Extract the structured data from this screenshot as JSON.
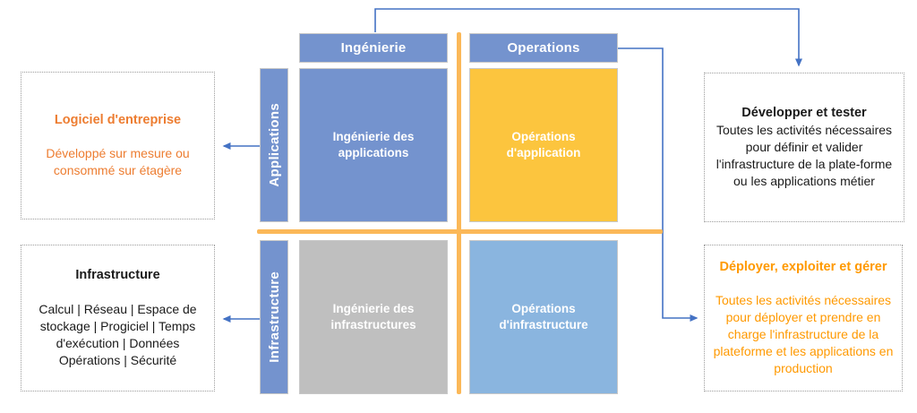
{
  "colors": {
    "blue": "#7493CE",
    "gold": "#FCC53E",
    "gray": "#BFBFBF",
    "lightblue": "#8AB5DF",
    "orangeline": "#FBB858",
    "arrowblue": "#4472C4",
    "orangetext": "#ED7D31",
    "ambertext": "#FF9900",
    "textblack": "#1A1A1A"
  },
  "matrix": {
    "column_headers": [
      {
        "label": "Ingénierie"
      },
      {
        "label": "Operations"
      }
    ],
    "row_headers": [
      {
        "label": "Applications"
      },
      {
        "label": "Infrastructure"
      }
    ],
    "quadrants": [
      {
        "label": "Ingénierie des applications",
        "color": "#7493CE"
      },
      {
        "label": "Opérations d'application",
        "color": "#FCC53E"
      },
      {
        "label": "Ingénierie des infrastructures",
        "color": "#BFBFBF"
      },
      {
        "label": "Opérations d'infrastructure",
        "color": "#8AB5DF"
      }
    ]
  },
  "notes": {
    "left_top": {
      "title": "Logiciel d'entreprise",
      "body": "Développé sur mesure ou consommé sur étagère"
    },
    "left_bottom": {
      "title": "Infrastructure",
      "body": "Calcul | Réseau | Espace de stockage | Progiciel | Temps d'exécution | Données Opérations | Sécurité"
    },
    "right_top": {
      "title": "Développer et tester",
      "body": "Toutes les activités nécessaires pour définir et valider l'infrastructure de la plate-forme ou les applications métier"
    },
    "right_bottom": {
      "title": "Déployer, exploiter et gérer",
      "body": "Toutes les activités nécessaires pour déployer et prendre en charge l'infrastructure de la plateforme et les applications en production"
    }
  }
}
